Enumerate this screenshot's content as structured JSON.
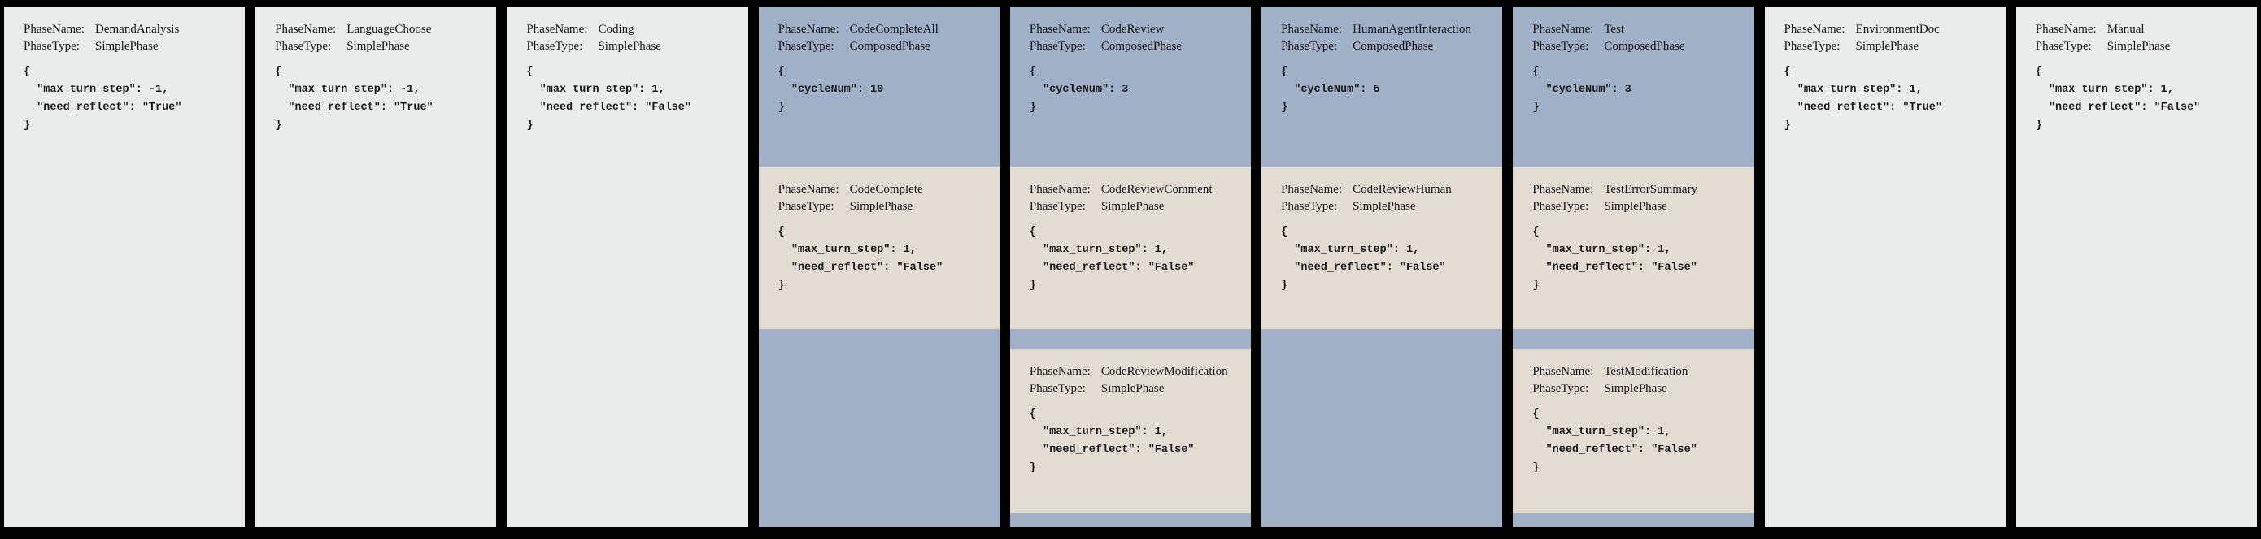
{
  "labels": {
    "phase_name": "PhaseName:",
    "phase_type": "PhaseType:"
  },
  "colors": {
    "background": "#000000",
    "simple_phase_card": "#e8ecea",
    "composed_phase_card": "#9fb0c7",
    "sub_phase_card": "#e2dcd2",
    "text": "#141414"
  },
  "phases": [
    {
      "name": "DemandAnalysis",
      "type": "SimplePhase",
      "config": "{\n  \"max_turn_step\": -1,\n  \"need_reflect\": \"True\"\n}"
    },
    {
      "name": "LanguageChoose",
      "type": "SimplePhase",
      "config": "{\n  \"max_turn_step\": -1,\n  \"need_reflect\": \"True\"\n}"
    },
    {
      "name": "Coding",
      "type": "SimplePhase",
      "config": "{\n  \"max_turn_step\": 1,\n  \"need_reflect\": \"False\"\n}"
    },
    {
      "name": "CodeCompleteAll",
      "type": "ComposedPhase",
      "config": "{\n  \"cycleNum\": 10\n}",
      "children": [
        {
          "name": "CodeComplete",
          "type": "SimplePhase",
          "config": "{\n  \"max_turn_step\": 1,\n  \"need_reflect\": \"False\"\n}"
        }
      ]
    },
    {
      "name": "CodeReview",
      "type": "ComposedPhase",
      "config": "{\n  \"cycleNum\": 3\n}",
      "children": [
        {
          "name": "CodeReviewComment",
          "type": "SimplePhase",
          "config": "{\n  \"max_turn_step\": 1,\n  \"need_reflect\": \"False\"\n}"
        },
        {
          "name": "CodeReviewModification",
          "type": "SimplePhase",
          "config": "{\n  \"max_turn_step\": 1,\n  \"need_reflect\": \"False\"\n}"
        }
      ]
    },
    {
      "name": "HumanAgentInteraction",
      "type": "ComposedPhase",
      "config": "{\n  \"cycleNum\": 5\n}",
      "children": [
        {
          "name": "CodeReviewHuman",
          "type": "SimplePhase",
          "config": "{\n  \"max_turn_step\": 1,\n  \"need_reflect\": \"False\"\n}"
        }
      ]
    },
    {
      "name": "Test",
      "type": "ComposedPhase",
      "config": "{\n  \"cycleNum\": 3\n}",
      "children": [
        {
          "name": "TestErrorSummary",
          "type": "SimplePhase",
          "config": "{\n  \"max_turn_step\": 1,\n  \"need_reflect\": \"False\"\n}"
        },
        {
          "name": "TestModification",
          "type": "SimplePhase",
          "config": "{\n  \"max_turn_step\": 1,\n  \"need_reflect\": \"False\"\n}"
        }
      ]
    },
    {
      "name": "EnvironmentDoc",
      "type": "SimplePhase",
      "config": "{\n  \"max_turn_step\": 1,\n  \"need_reflect\": \"True\"\n}"
    },
    {
      "name": "Manual",
      "type": "SimplePhase",
      "config": "{\n  \"max_turn_step\": 1,\n  \"need_reflect\": \"False\"\n}"
    }
  ]
}
